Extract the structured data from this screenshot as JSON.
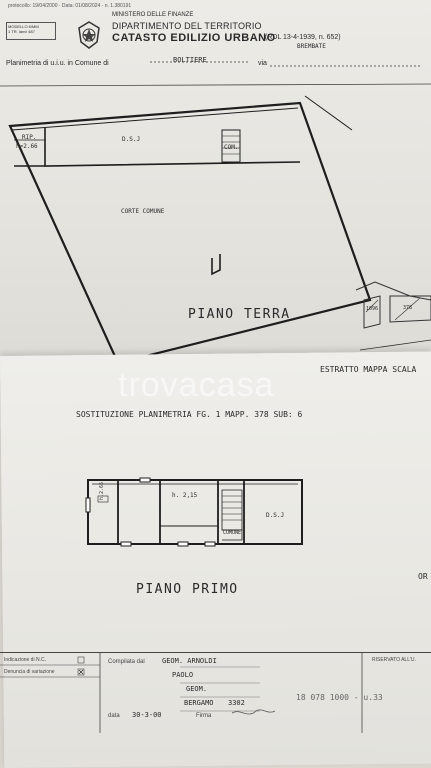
{
  "header": {
    "top_line": "protocollo: 19/04/2000 · Data: 01/08/2024 · n. 1.380191",
    "stamp_line1": "MODELLO 6/MM",
    "stamp_line2": "1 TR. lanvi 487",
    "ministry": "MINISTERO DELLE FINANZE",
    "department": "DIPARTIMENTO DEL TERRITORIO",
    "catasto": "CATASTO EDILIZIO URBANO",
    "rdl": "(RDL 13-4-1939, n. 652)",
    "planimetria_label": "Planimetria di u.i.u. in Comune di",
    "comune": "BOLTIERE",
    "via_label": "via",
    "city_note": "BREMBATE"
  },
  "ground_floor": {
    "title": "PIANO TERRA",
    "rip_label": "RIP.",
    "rip_height": "h=2.66",
    "dsj_label": "D.S.J",
    "com_label": "COM.",
    "corte_label": "CORTE COMUNE"
  },
  "map_extract": {
    "label": "ESTRATTO MAPPA SCALA",
    "parcel_a": "1096",
    "parcel_b": "378"
  },
  "watermark": "trovacasa",
  "substitution": {
    "text": "SOSTITUZIONE PLANIMETRIA FG. 1 MAPP. 378 SUB: 6"
  },
  "first_floor": {
    "title": "PIANO PRIMO",
    "room_height_a": "h.2.65",
    "room_height_b": "h. 2,15",
    "dsj_label": "D.S.J",
    "com_label": "COMUNE",
    "side_note": "OR"
  },
  "footer": {
    "indicazione": "Indicazione di N.C.",
    "denuncia": "Denuncia di variazione",
    "compilata_label": "Compilata dal",
    "compilata_value": "GEOM. ARNOLDI",
    "nome": "PAOLO",
    "titolo": "GEOM.",
    "provincia": "BERGAMO",
    "numero": "3302",
    "data_label": "data",
    "data_value": "30-3-00",
    "firma_label": "Firma",
    "riservato": "RISERVATO ALL'U.",
    "riservato_code": "18 078 1000 - u.33"
  }
}
